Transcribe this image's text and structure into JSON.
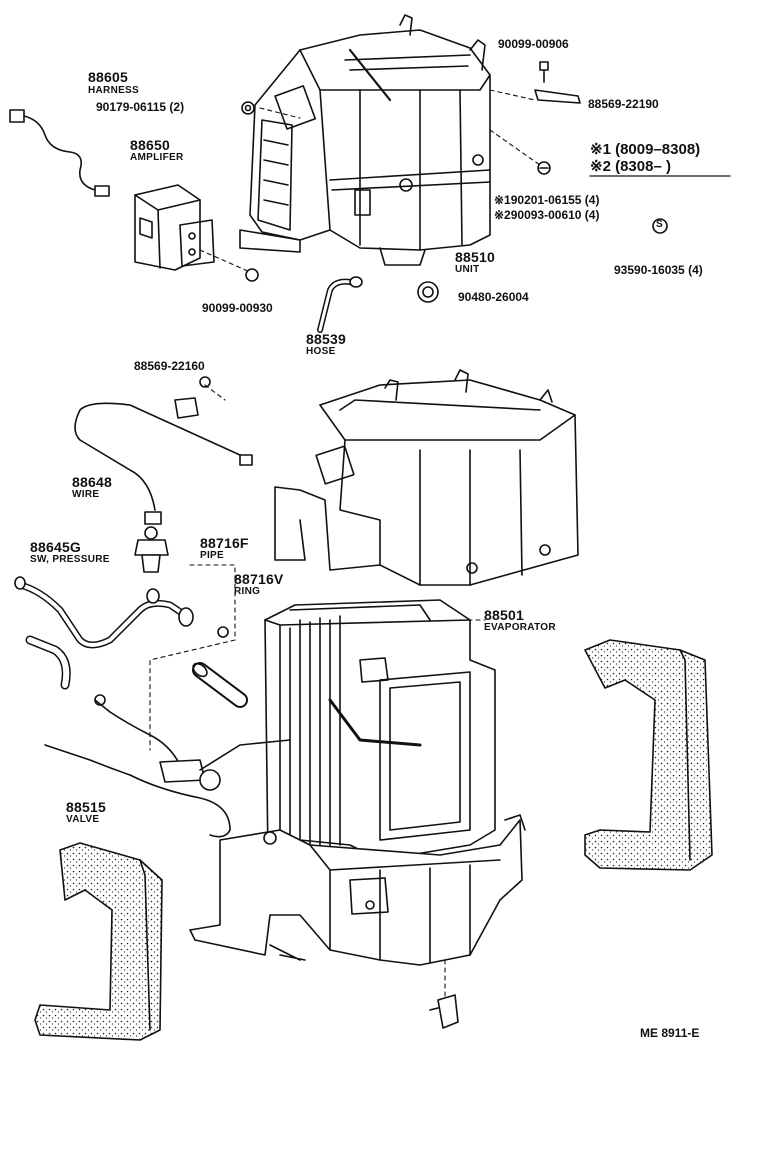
{
  "parts": {
    "harness": {
      "number": "88605",
      "name": "HARNESS"
    },
    "screw_top": {
      "number": "90099-00906"
    },
    "bolt_2": {
      "number": "90179-06115 (2)"
    },
    "bracket": {
      "number": "88569-22190"
    },
    "amplifier": {
      "number": "88650",
      "name": "AMPLIFER"
    },
    "screw_1": {
      "number": "※190201-06155 (4)"
    },
    "screw_2": {
      "number": "※290093-00610 (4)"
    },
    "unit": {
      "number": "88510",
      "name": "UNIT"
    },
    "screw_amp": {
      "number": "90099-00930"
    },
    "grommet": {
      "number": "90480-26004"
    },
    "hose": {
      "number": "88539",
      "name": "HOSE"
    },
    "clamp": {
      "number": "93590-16035 (4)"
    },
    "clip": {
      "number": "88569-22160"
    },
    "wire": {
      "number": "88648",
      "name": "WIRE"
    },
    "pipe": {
      "number": "88716F",
      "name": "PIPE"
    },
    "pressure_switch": {
      "number": "88645G",
      "name": "SW, PRESSURE"
    },
    "ring": {
      "number": "88716V",
      "name": "RING"
    },
    "evaporator": {
      "number": "88501",
      "name": "EVAPORATOR"
    },
    "valve": {
      "number": "88515",
      "name": "VALVE"
    }
  },
  "legend": {
    "line1_mark": "※1",
    "line1_range": "(8009–8308)",
    "line2_mark": "※2",
    "line2_range": "(8308–      )",
    "clamp_symbol": "S"
  },
  "diagram_code": "ME 8911-E"
}
